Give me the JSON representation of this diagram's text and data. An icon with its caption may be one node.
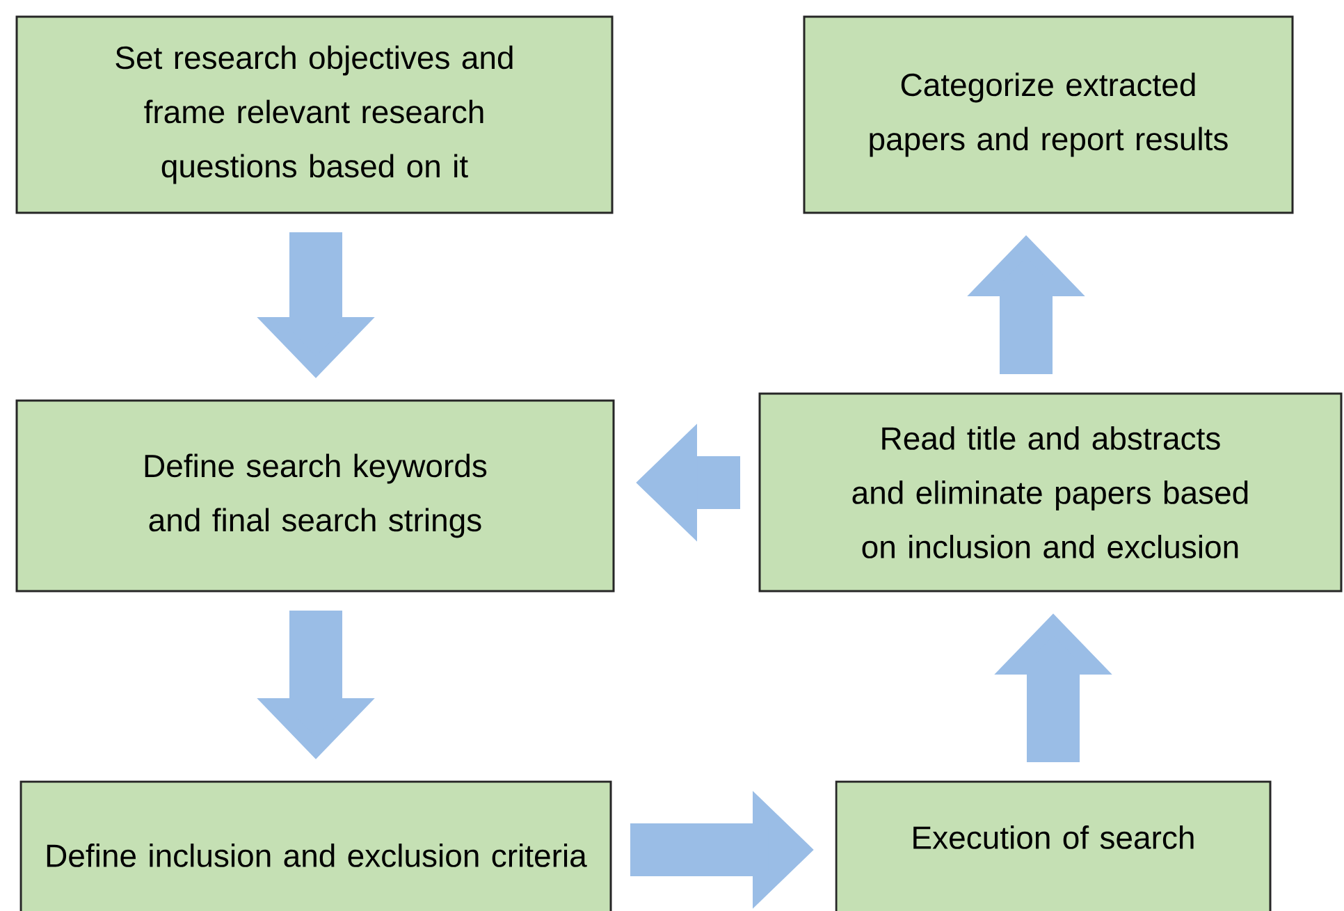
{
  "diagram": {
    "nodes": [
      {
        "text": [
          "Set research objectives and frame relevant research questions based on it"
        ]
      },
      {
        "text": [
          "Define search keywords and final search strings"
        ]
      },
      {
        "text": [
          "Define inclusion and exclusion criteria"
        ]
      },
      {
        "text": [
          "Execution of search"
        ]
      },
      {
        "text": [
          "Read title and abstracts and eliminate papers based on inclusion and exclusion"
        ]
      },
      {
        "text": [
          "Categorize extracted papers and report results"
        ]
      }
    ],
    "edges": [
      {
        "from": 0,
        "to": 1,
        "arrow": "to"
      },
      {
        "from": 1,
        "to": 2,
        "arrow": "to"
      },
      {
        "from": 2,
        "to": 3,
        "arrow": "to"
      },
      {
        "from": 3,
        "to": 4,
        "arrow": "to"
      },
      {
        "from": 4,
        "to": 1,
        "arrow": "to"
      },
      {
        "from": 4,
        "to": 5,
        "arrow": "to"
      }
    ]
  }
}
